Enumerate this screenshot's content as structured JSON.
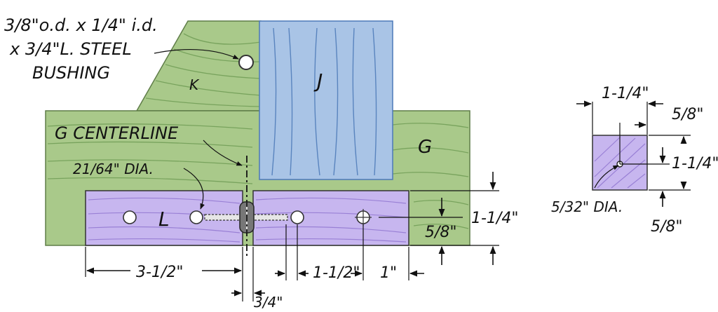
{
  "annotations": {
    "bushing_line1": "3/8\"o.d. x 1/4\" i.d.",
    "bushing_line2": "x 3/4\"L. STEEL",
    "bushing_line3": "BUSHING",
    "g_centerline": "G CENTERLINE",
    "hole_dia": "21/64\" DIA.",
    "small_hole_dia": "5/32\" DIA."
  },
  "parts": {
    "k": "K",
    "j": "J",
    "g": "G",
    "l": "L"
  },
  "dimensions": {
    "left_len": "3-1/2\"",
    "gap": "3/4\"",
    "mid_len": "1-1/2\"",
    "right_len": "1\"",
    "height_total": "1-1/4\"",
    "height_half": "5/8\"",
    "side_width": "1-1/4\"",
    "side_offset_top": "5/8\"",
    "side_height": "1-1/4\"",
    "side_offset_bottom": "5/8\""
  },
  "colors": {
    "green_wood": "#a9c98a",
    "green_grain": "#6d9a52",
    "blue_wood": "#a9c4e6",
    "blue_grain": "#4c79b8",
    "purple_wood": "#c7b6ef",
    "purple_grain": "#8e73cf"
  }
}
